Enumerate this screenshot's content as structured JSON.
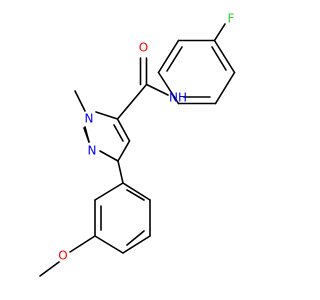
{
  "molecule": {
    "labels": {
      "fluorine": "F",
      "amide_oxygen": "O",
      "amide_nh": "NH",
      "pyrazole_n1": "N",
      "pyrazole_n2": "N",
      "methoxy_oxygen": "O"
    },
    "colors": {
      "carbon_bond": "#000000",
      "nitrogen": "#0000ff",
      "oxygen": "#ff0000",
      "fluorine": "#33cc33"
    }
  }
}
